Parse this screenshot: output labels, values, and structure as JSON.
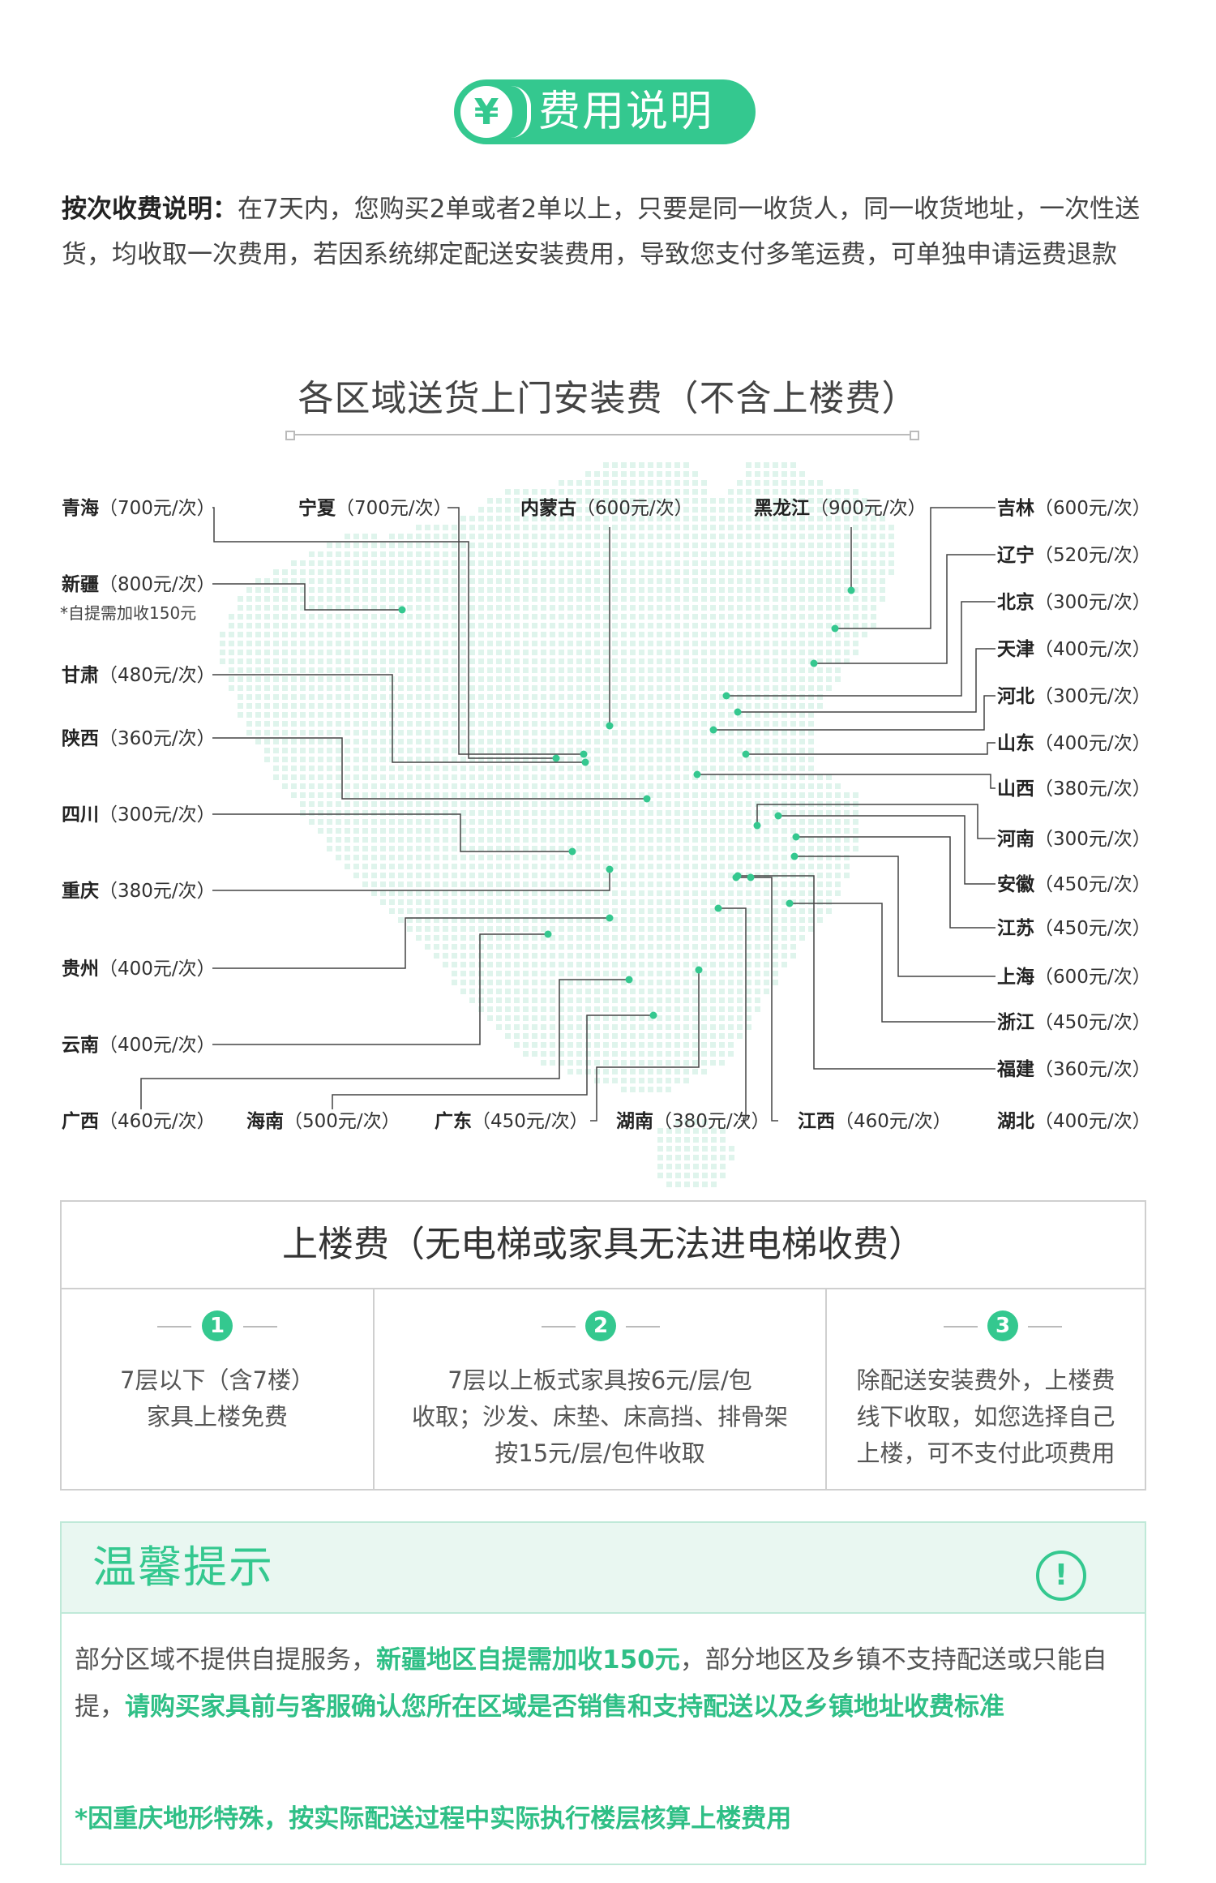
{
  "header": {
    "icon": "yen-icon",
    "icon_glyph": "¥",
    "title": "费用说明"
  },
  "description": {
    "label": "按次收费说明：",
    "text": "在7天内，您购买2单或者2单以上，只要是同一收货人，同一收货地址，一次性送货，均收取一次费用，若因系统绑定配送安装费用，导致您支付多笔运费，可单独申请运费退款"
  },
  "map": {
    "title": "各区域送货上门安装费（不含上楼费）",
    "colors": {
      "accent": "#34c88f",
      "dots": "#dff4ec",
      "line": "#444444"
    },
    "regions": [
      {
        "name": "青海",
        "price": "（700元/次）"
      },
      {
        "name": "宁夏",
        "price": "（700元/次）"
      },
      {
        "name": "内蒙古",
        "price": "（600元/次）"
      },
      {
        "name": "黑龙江",
        "price": "（900元/次）"
      },
      {
        "name": "吉林",
        "price": "（600元/次）"
      },
      {
        "name": "新疆",
        "price": "（800元/次）",
        "note": "*自提需加收150元"
      },
      {
        "name": "辽宁",
        "price": "（520元/次）"
      },
      {
        "name": "北京",
        "price": "（300元/次）"
      },
      {
        "name": "天津",
        "price": "（400元/次）"
      },
      {
        "name": "甘肃",
        "price": "（480元/次）"
      },
      {
        "name": "河北",
        "price": "（300元/次）"
      },
      {
        "name": "陕西",
        "price": "（360元/次）"
      },
      {
        "name": "山东",
        "price": "（400元/次）"
      },
      {
        "name": "山西",
        "price": "（380元/次）"
      },
      {
        "name": "四川",
        "price": "（300元/次）"
      },
      {
        "name": "河南",
        "price": "（300元/次）"
      },
      {
        "name": "重庆",
        "price": "（380元/次）"
      },
      {
        "name": "安徽",
        "price": "（450元/次）"
      },
      {
        "name": "江苏",
        "price": "（450元/次）"
      },
      {
        "name": "贵州",
        "price": "（400元/次）"
      },
      {
        "name": "上海",
        "price": "（600元/次）"
      },
      {
        "name": "浙江",
        "price": "（450元/次）"
      },
      {
        "name": "云南",
        "price": "（400元/次）"
      },
      {
        "name": "福建",
        "price": "（360元/次）"
      },
      {
        "name": "广西",
        "price": "（460元/次）"
      },
      {
        "name": "海南",
        "price": "（500元/次）"
      },
      {
        "name": "广东",
        "price": "（450元/次）"
      },
      {
        "name": "湖南",
        "price": "（380元/次）"
      },
      {
        "name": "江西",
        "price": "（460元/次）"
      },
      {
        "name": "湖北",
        "price": "（400元/次）"
      }
    ]
  },
  "floor_fee": {
    "title": "上楼费（无电梯或家具无法进电梯收费）",
    "items": [
      {
        "num": "1",
        "lines": [
          "7层以下（含7楼）",
          "家具上楼免费"
        ]
      },
      {
        "num": "2",
        "lines": [
          "7层以上板式家具按6元/层/包",
          "收取；沙发、床垫、床高挡、排骨架",
          "按15元/层/包件收取"
        ]
      },
      {
        "num": "3",
        "lines": [
          "除配送安装费外，上楼费",
          "线下收取，如您选择自己",
          "上楼，可不支付此项费用"
        ]
      }
    ]
  },
  "tips": {
    "title": "温馨提示",
    "icon": "exclamation-circle-icon",
    "icon_glyph": "!",
    "p1": "部分区域不提供自提服务，",
    "p1_green": "新疆地区自提需加收150元",
    "p2": "，部分地区及乡镇不支持配送或只能自提，",
    "p2_green": "请购买家具前与客服确认您所在区域是否销售和支持配送以及乡镇地址收费标准",
    "footnote": "*因重庆地形特殊，按实际配送过程中实际执行楼层核算上楼费用"
  }
}
